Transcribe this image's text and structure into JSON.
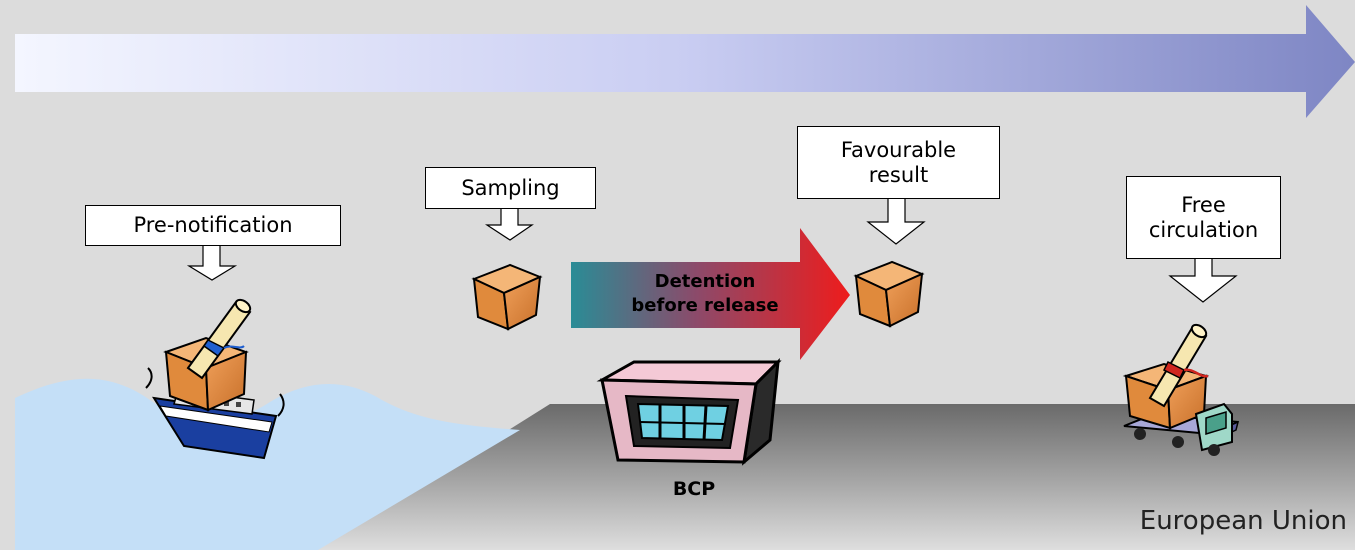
{
  "steps": {
    "pre_notification": "Pre-notification",
    "sampling": "Sampling",
    "favourable_result_line1": "Favourable",
    "favourable_result_line2": "result",
    "free_circulation_line1": "Free",
    "free_circulation_line2": "circulation"
  },
  "detention": {
    "line1": "Detention",
    "line2": "before release"
  },
  "bcp_label": "BCP",
  "region_label": "European Union",
  "colors": {
    "background": "#dcdcdc",
    "timeline_start": "#f2f4ff",
    "timeline_end": "#7e86c4",
    "detention_start": "#2a8c96",
    "detention_end": "#ee1c1c",
    "sea": "#c4dff7",
    "ground_dark": "#6e6e6e",
    "box_orange": "#e08a3c"
  },
  "icons": [
    "ship-icon",
    "parcel-icon",
    "scroll-icon",
    "building-icon",
    "truck-icon"
  ]
}
